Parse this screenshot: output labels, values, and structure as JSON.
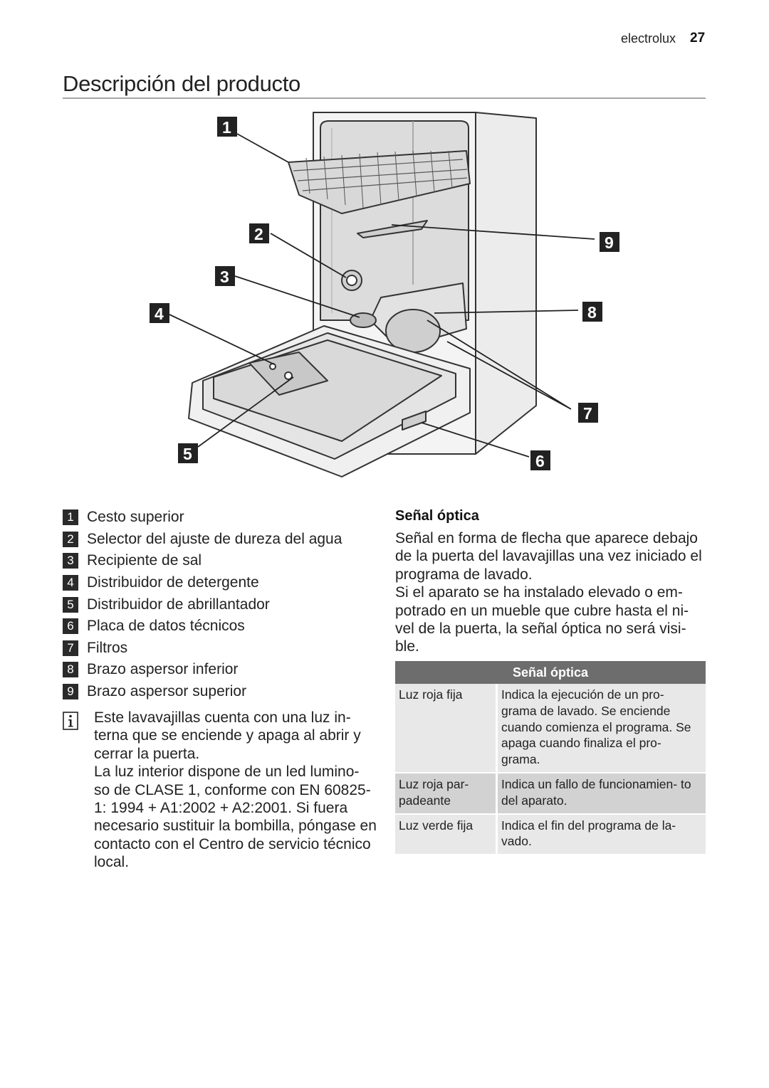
{
  "header": {
    "brand": "electrolux",
    "page_number": "27"
  },
  "title": "Descripción del producto",
  "figure": {
    "callouts": [
      "1",
      "2",
      "3",
      "4",
      "5",
      "6",
      "7",
      "8",
      "9"
    ]
  },
  "legend": [
    {
      "num": "1",
      "label": "Cesto superior"
    },
    {
      "num": "2",
      "label": "Selector del ajuste de dureza del agua"
    },
    {
      "num": "3",
      "label": "Recipiente de sal"
    },
    {
      "num": "4",
      "label": "Distribuidor de detergente"
    },
    {
      "num": "5",
      "label": "Distribuidor de abrillantador"
    },
    {
      "num": "6",
      "label": "Placa de datos técnicos"
    },
    {
      "num": "7",
      "label": "Filtros"
    },
    {
      "num": "8",
      "label": "Brazo aspersor inferior"
    },
    {
      "num": "9",
      "label": "Brazo aspersor superior"
    }
  ],
  "info_note": {
    "icon": "info-icon",
    "paragraphs": [
      "Este lavavajillas cuenta con una luz in- terna que se enciende y apaga al abrir y cerrar la puerta.",
      "La luz interior dispone de un led lumino- so de CLASE 1, conforme con EN 60825-1: 1994 + A1:2002 + A2:2001. Si fuera necesario sustituir la bombilla, póngase en contacto con el Centro de servicio técnico local."
    ]
  },
  "signal_section": {
    "title": "Señal óptica",
    "paragraphs": [
      "Señal en forma de flecha que aparece debajo de la puerta del lavavajillas una vez iniciado el programa de lavado.",
      "Si el aparato se ha instalado elevado o em- potrado en un mueble que cubre hasta el ni- vel de la puerta, la señal óptica no será visi- ble."
    ]
  },
  "signal_table": {
    "header": "Señal óptica",
    "rows": [
      {
        "signal": "Luz roja fija",
        "meaning": "Indica la ejecución de un pro- grama de lavado. Se enciende cuando comienza el programa. Se apaga cuando finaliza el pro- grama."
      },
      {
        "signal": "Luz roja par- padeante",
        "meaning": "Indica un fallo de funcionamien- to del aparato."
      },
      {
        "signal": "Luz verde fija",
        "meaning": "Indica el fin del programa de la- vado."
      }
    ]
  },
  "colors": {
    "callout_bg": "#222222",
    "table_header": "#6d6d6d",
    "row_light": "#e8e8e8",
    "row_dark": "#d2d2d2",
    "rule": "#a6a6a6"
  }
}
